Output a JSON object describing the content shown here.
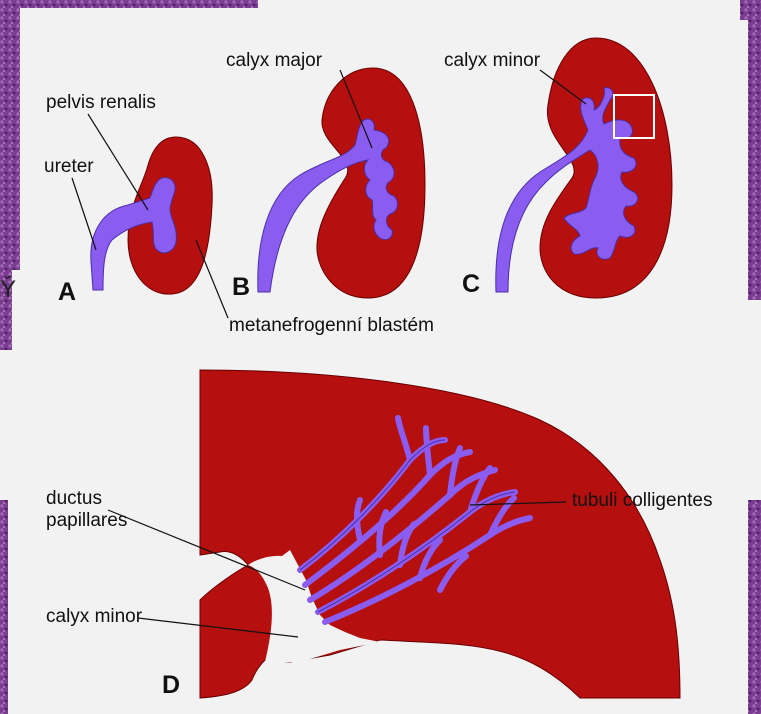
{
  "figure": {
    "labels": {
      "pelvis_renalis": "pelvis renalis",
      "ureter": "ureter",
      "calyx_major": "calyx major",
      "calyx_minor_c": "calyx minor",
      "metanefrogenni": "metanefrogenní blastém",
      "ductus_papillares_1": "ductus",
      "ductus_papillares_2": "papillares",
      "tubuli_colligentes": "tubuli colligentes",
      "calyx_minor_d": "calyx minor"
    },
    "panels": {
      "a": "A",
      "b": "B",
      "c": "C",
      "d": "D"
    },
    "background_fragment": {
      "text": "Ý"
    }
  },
  "colors": {
    "kidney": "#b50f0f",
    "duct": "#8a5df0",
    "background": "#f2f2f2",
    "bg_texture": "#7a3d8f",
    "highlight_box": "#ffffff"
  }
}
